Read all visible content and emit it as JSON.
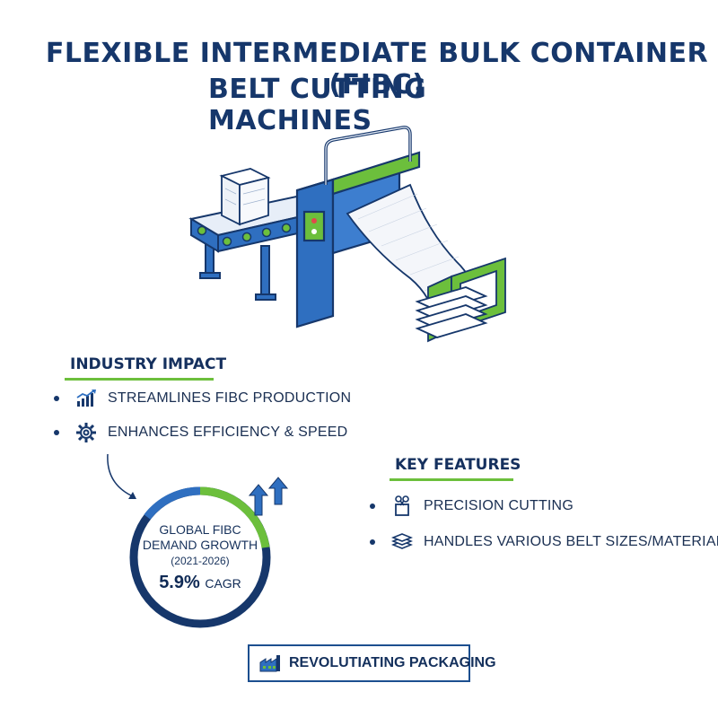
{
  "title": {
    "line1": "FLEXIBLE INTERMEDIATE BULK CONTAINER (FIBC)",
    "line2": "BELT CUTTING MACHINES"
  },
  "industry_impact": {
    "heading": "INDUSTRY IMPACT",
    "items": [
      {
        "icon": "growth-chart-icon",
        "label": "STREAMLINES FIBC PRODUCTION"
      },
      {
        "icon": "gear-icon",
        "label": "ENHANCES EFFICIENCY & SPEED"
      }
    ]
  },
  "gauge": {
    "label_line1": "GLOBAL FIBC",
    "label_line2": "DEMAND GROWTH",
    "years": "(2021-2026)",
    "value": "5.9%",
    "unit": "CAGR"
  },
  "key_features": {
    "heading": "KEY FEATURES",
    "items": [
      {
        "icon": "cutting-tool-icon",
        "label": "PRECISION CUTTING"
      },
      {
        "icon": "layers-icon",
        "label": "HANDLES VARIOUS BELT SIZES/MATERIALS"
      }
    ]
  },
  "footer": {
    "label": "REVOLUTIATING PACKAGING",
    "icon": "factory-icon"
  },
  "colors": {
    "navy": "#16376b",
    "blue": "#2f6fc0",
    "green": "#6cbf3c"
  }
}
